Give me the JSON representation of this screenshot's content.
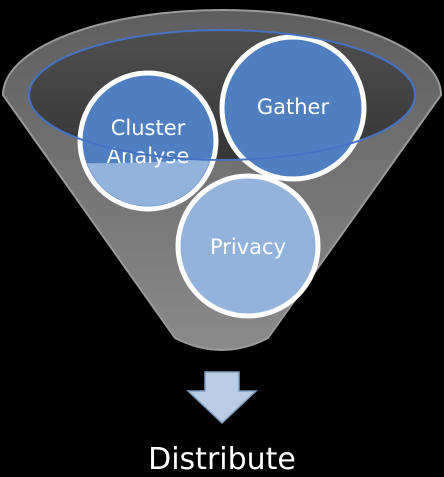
{
  "diagram": {
    "circles": {
      "cluster": {
        "line1": "Cluster",
        "line2": "Analyse"
      },
      "gather": {
        "label": "Gather"
      },
      "privacy": {
        "label": "Privacy"
      }
    },
    "output_label": "Distribute"
  },
  "colors": {
    "background": "#000000",
    "funnel_body": "#6b6b6b",
    "funnel_rim": "#4472c4",
    "circle_dark": "#4f7fc0",
    "circle_light": "#94b3dc",
    "arrow_fill": "#b8cce4",
    "text": "#ffffff"
  }
}
